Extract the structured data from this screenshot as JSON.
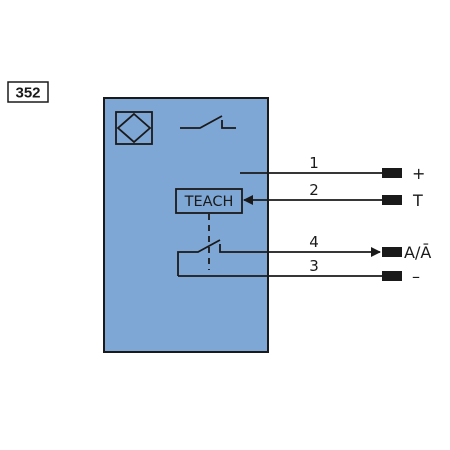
{
  "code": "352",
  "teach": "TEACH",
  "wires": [
    {
      "pin": "1",
      "signal": "+"
    },
    {
      "pin": "2",
      "signal": "T"
    },
    {
      "pin": "4",
      "signal": "A/Ā"
    },
    {
      "pin": "3",
      "signal": "–"
    }
  ],
  "colors": {
    "housing": "#7ea7d6",
    "line": "#1a1a1a"
  }
}
